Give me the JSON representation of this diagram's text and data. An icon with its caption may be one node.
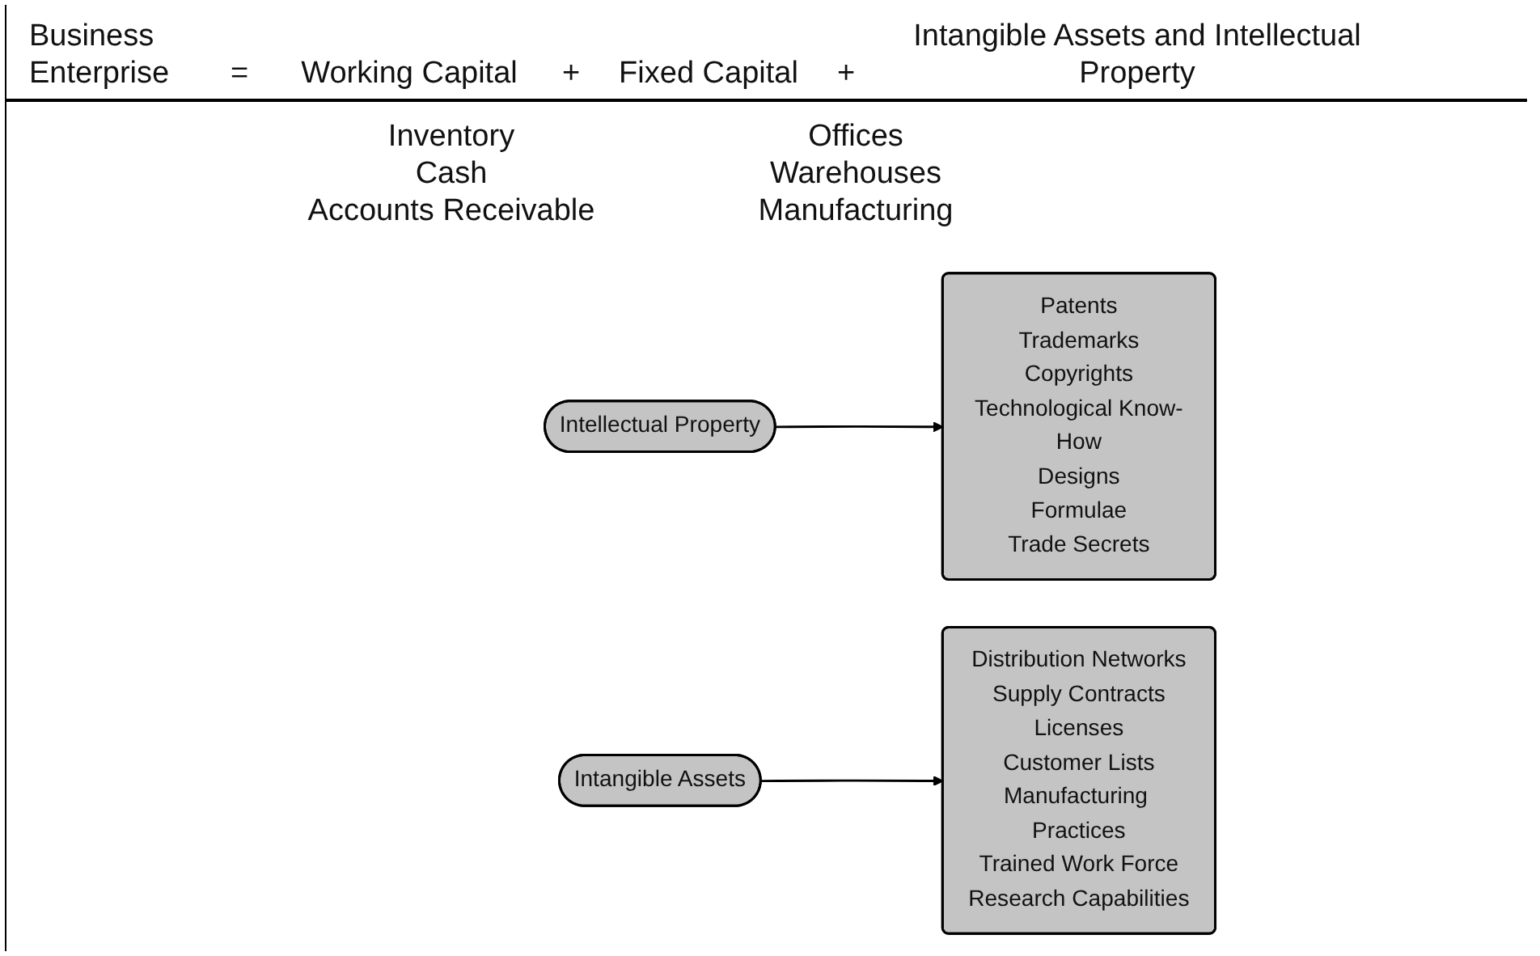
{
  "diagram": {
    "nodes": [
      {
        "text": [
          "Intellectual Property"
        ]
      },
      {
        "text": [
          "Patents",
          "Trademarks",
          "Copyrights",
          "Technological Know-How",
          "Designs",
          "Formulae",
          "Trade Secrets"
        ]
      },
      {
        "text": [
          "Intangible Assets"
        ]
      },
      {
        "text": [
          "Distribution Networks",
          "Supply Contracts",
          "Licenses",
          "Customer Lists",
          "Manufacturing Practices",
          "Trained Work Force",
          "Research Capabilities"
        ]
      }
    ],
    "edges": [
      {
        "from": 0,
        "to": 1,
        "arrow": "to"
      },
      {
        "from": 2,
        "to": 3,
        "arrow": "to"
      }
    ],
    "labels": [
      "Business Enterprise",
      "=",
      "Working Capital",
      "+",
      "Fixed Capital",
      "+",
      "Intangible Assets and Intellectual Property",
      "Inventory",
      "Cash",
      "Accounts Receivable",
      "Offices",
      "Warehouses",
      "Manufacturing"
    ]
  }
}
